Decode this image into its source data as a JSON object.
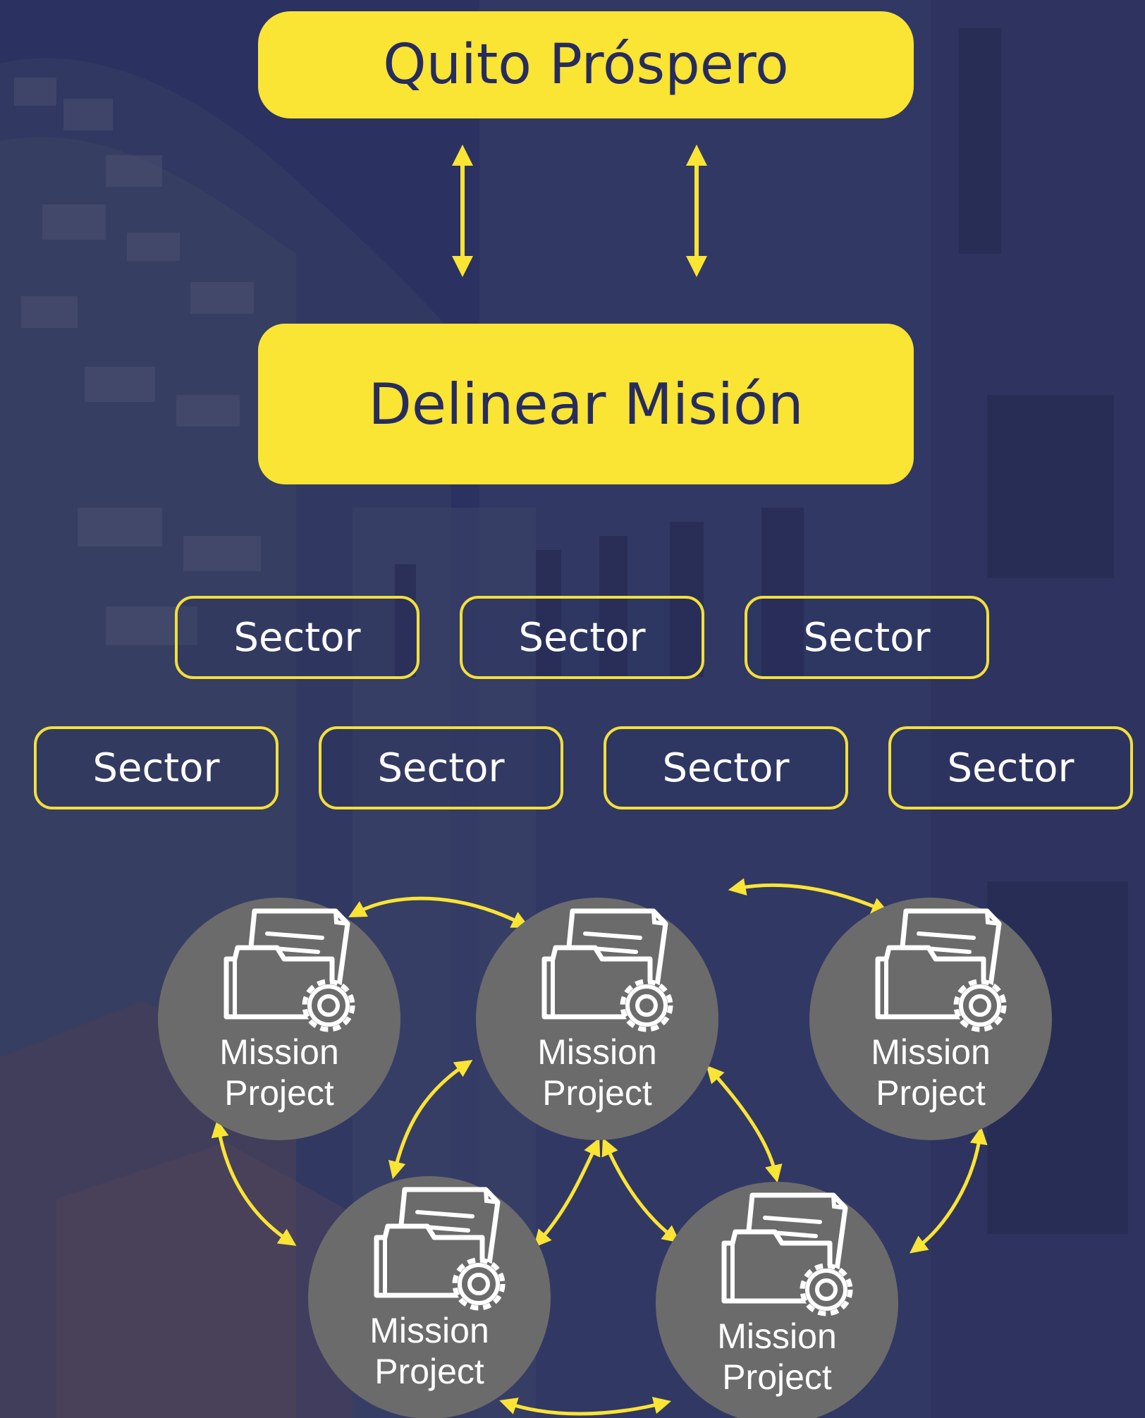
{
  "header": {
    "title": "Quito Próspero"
  },
  "mission": {
    "title": "Delinear Misión"
  },
  "sectors": {
    "row1": [
      "Sector",
      "Sector",
      "Sector"
    ],
    "row2": [
      "Sector",
      "Sector",
      "Sector",
      "Sector"
    ]
  },
  "projects": [
    {
      "line1": "Mission",
      "line2": "Project"
    },
    {
      "line1": "Mission",
      "line2": "Project"
    },
    {
      "line1": "Mission",
      "line2": "Project"
    },
    {
      "line1": "Mission",
      "line2": "Project"
    },
    {
      "line1": "Mission",
      "line2": "Project"
    }
  ],
  "icons": {
    "project_icon": "folder-document-gear-icon",
    "arrow": "double-arrow-icon"
  },
  "colors": {
    "accent": "#fae434",
    "text_dark": "#262c5e",
    "background_overlay": "#2b3160",
    "circle": "#6b6b6b",
    "white": "#ffffff"
  }
}
